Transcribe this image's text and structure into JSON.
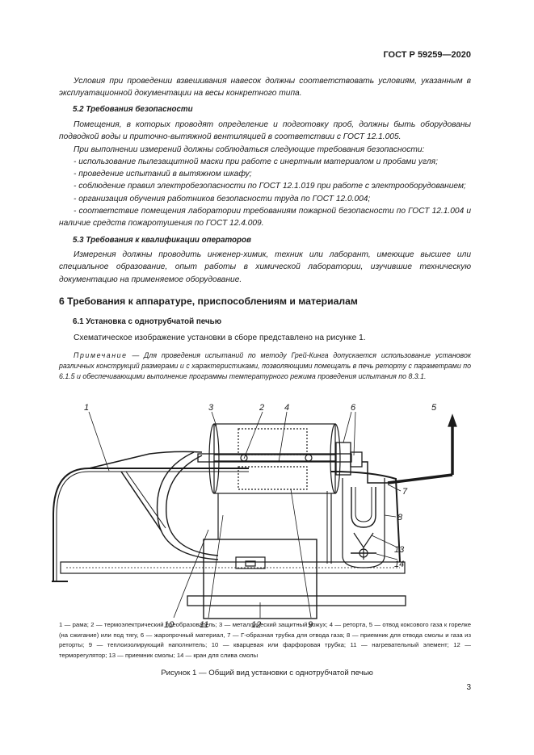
{
  "header": {
    "code": "ГОСТ Р 59259—2020"
  },
  "intro": "Условия при проведении взвешивания навесок должны соответствовать условиям, указанным в эксплуатационной документации на весы конкретного типа.",
  "s52": {
    "title": "5.2  Требования безопасности",
    "p1": "Помещения, в которых проводят определение и подготовку проб, должны быть оборудованы подводкой воды и приточно-вытяжной вентиляцией в соответствии с ГОСТ 12.1.005.",
    "p2": "При выполнении измерений должны соблюдаться следующие требования безопасности:",
    "b1": "- использование пылезащитной маски при работе с инертным материалом и пробами угля;",
    "b2": "- проведение испытаний в вытяжном шкафу;",
    "b3": "- соблюдение правил электробезопасности по ГОСТ 12.1.019 при работе с электрооборудованием;",
    "b4": "- организация обучения работников безопасности труда по ГОСТ 12.0.004;",
    "b5": "- соответствие помещения лаборатории требованиям пожарной безопасности по ГОСТ 12.1.004 и наличие средств пожаротушения по ГОСТ 12.4.009."
  },
  "s53": {
    "title": "5.3  Требования к квалификации операторов",
    "p1": "Измерения должны проводить инженер-химик, техник или лаборант, имеющие высшее или специальное образование, опыт работы в химической лаборатории, изучившие техническую документацию на применяемое оборудование."
  },
  "s6": {
    "title": "6  Требования к аппаратуре, приспособлениям и материалам",
    "s61_title": "6.1  Установка с однотрубчатой печью",
    "p1": "Схематическое изображение установки в сборе представлено на рисунке 1.",
    "note_label": "Примечание",
    "note_text": " — Для проведения испытаний по методу Грей-Кинга допускается использование установок различных конструкций размерами и с характеристиками, позволяющими помещать в печь реторту с параметрами по 6.1.5 и обеспечивающими выполнение программы температурного режима проведения испытания по 8.3.1."
  },
  "figure": {
    "labels": [
      "1",
      "2",
      "3",
      "4",
      "5",
      "6",
      "7",
      "8",
      "9",
      "10",
      "11",
      "12",
      "13",
      "14"
    ],
    "legend": "1 — рама; 2 — термоэлектрический преобразователь; 3 — металлический защитный кожух; 4 — реторта, 5 — отвод коксового газа к горелке (на сжигание) или под тягу, 6 — жаропрочный материал, 7 — Г-образная трубка для отвода газа; 8 — приемник для отвода смолы и газа из реторты; 9 — теплоизолирующий наполнитель; 10 — кварцевая или фарфоровая трубка; 11 — нагревательный элемент; 12 — терморегулятор; 13 — приемник смолы; 14 — кран для слива смолы",
    "caption": "Рисунок 1 — Общий вид установки с однотрубчатой печью"
  },
  "page_number": "3"
}
